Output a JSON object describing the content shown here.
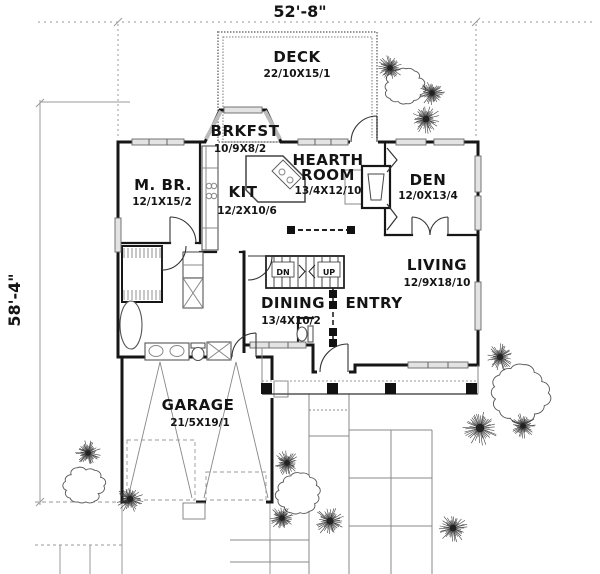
{
  "plan": {
    "dimensions": {
      "width_label": "52'-8\"",
      "height_label": "58'-4\""
    },
    "rooms": {
      "deck": {
        "name": "DECK",
        "dims": "22/10X15/1"
      },
      "brkfst": {
        "name": "BRKFST",
        "dims": "10/9X8/2"
      },
      "hearth": {
        "line1": "HEARTH",
        "line2": "ROOM",
        "dims": "13/4X12/10"
      },
      "den": {
        "name": "DEN",
        "dims": "12/0X13/4"
      },
      "mbr": {
        "name": "M. BR.",
        "dims": "12/1X15/2"
      },
      "kit": {
        "name": "KIT",
        "dims": "12/2X10/6"
      },
      "living": {
        "name": "LIVING",
        "dims": "12/9X18/10"
      },
      "entry": {
        "name": "ENTRY"
      },
      "dining": {
        "name": "DINING",
        "dims": "13/4X10/2"
      },
      "garage": {
        "name": "GARAGE",
        "dims": "21/5X19/1"
      }
    },
    "stairs": {
      "down_label": "DN",
      "up_label": "UP"
    },
    "colors": {
      "ink": "#141414",
      "window_fill": "#e3e3e3"
    }
  }
}
